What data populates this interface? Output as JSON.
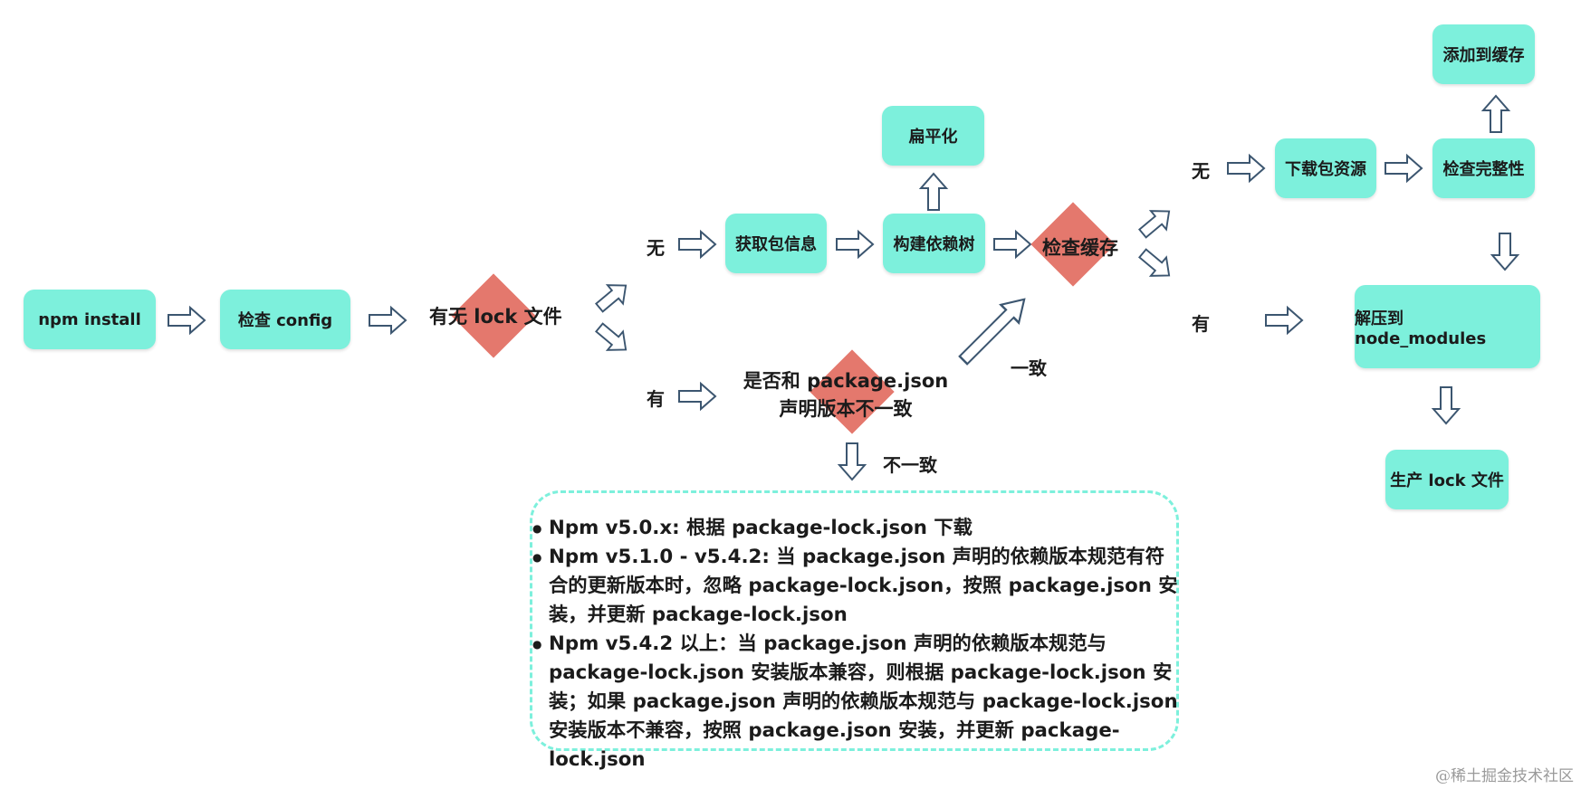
{
  "nodes": {
    "npm_install": "npm install",
    "check_config": "检查 config",
    "has_lock": "有无 lock 文件",
    "get_pkg_info": "获取包信息",
    "build_tree": "构建依赖树",
    "flatten": "扁平化",
    "check_cache": "检查缓存",
    "download": "下载包资源",
    "check_integrity": "检查完整性",
    "add_cache": "添加到缓存",
    "unzip": "解压到 node_modules",
    "gen_lock": "生产 lock 文件",
    "same_version_line1": "是否和 package.json",
    "same_version_line2": "声明版本不一致"
  },
  "labels": {
    "no_lock": "无",
    "has_lock": "有",
    "no_cache": "无",
    "has_cache": "有",
    "consistent": "一致",
    "inconsistent": "不一致"
  },
  "notes": [
    "Npm v5.0.x: 根据 package-lock.json 下载",
    "Npm v5.1.0 - v5.4.2: 当 package.json 声明的依赖版本规范有符合的更新版本时，忽略 package-lock.json，按照 package.json 安装，并更新 package-lock.json",
    "Npm v5.4.2 以上：当 package.json 声明的依赖版本规范与 package-lock.json 安装版本兼容，则根据 package-lock.json 安装；如果 package.json 声明的依赖版本规范与 package-lock.json 安装版本不兼容，按照 package.json 安装，并更新 package-lock.json"
  ],
  "watermark": "@稀土掘金技术社区",
  "colors": {
    "node_fill": "#7df0dc",
    "decision_fill": "#e4786d",
    "arrow_stroke": "#3c5670"
  }
}
